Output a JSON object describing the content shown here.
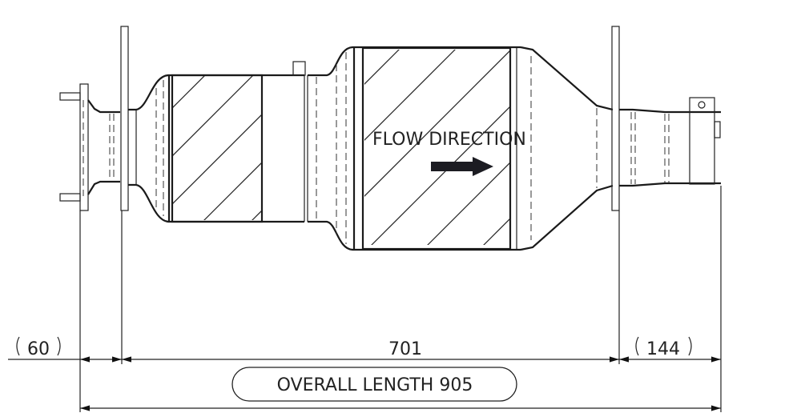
{
  "drawing": {
    "flow_label": "FLOW DIRECTION",
    "flow_arrow_icon": "right-arrow-icon",
    "dimensions": {
      "inlet": "60",
      "body": "701",
      "outlet": "144",
      "overall": "OVERALL LENGTH 905"
    },
    "line_color": "#1a1a1a"
  }
}
